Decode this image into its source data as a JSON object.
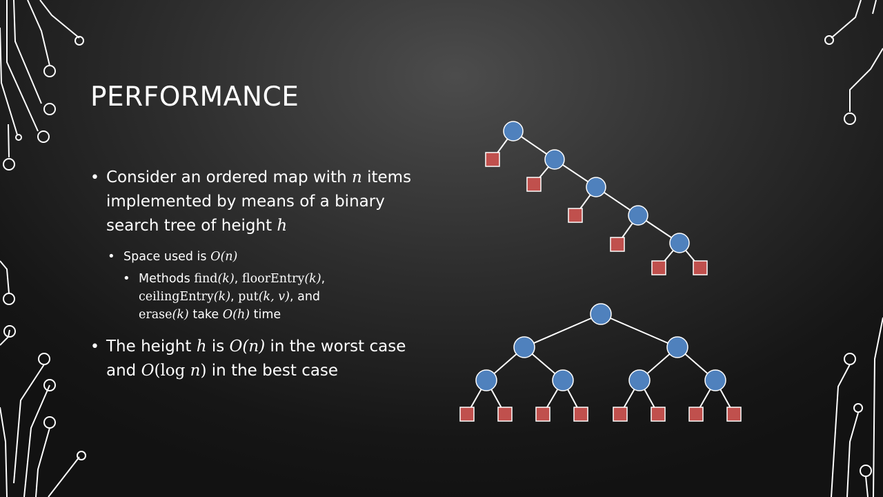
{
  "slide": {
    "title": "PERFORMANCE",
    "bullet1": {
      "t1": "Consider an ordered map with ",
      "n": "n",
      "t2": " items implemented by means of a binary search tree of height ",
      "h": "h"
    },
    "sub1": {
      "t1": "Space used is ",
      "expr": "O(n)"
    },
    "sub2": {
      "t1": "Methods ",
      "find": "find",
      "find_arg": "(k)",
      "comma1": ", ",
      "floor": "floorEntry",
      "floor_arg": "(k)",
      "comma2": ", ",
      "ceiling": "ceilingEntry",
      "ceiling_arg": "(k)",
      "comma3": ", ",
      "put": "put",
      "put_arg": "(k, v)",
      "and": ", and ",
      "erase": "erase",
      "erase_arg": "(k)",
      "take": " take ",
      "oh": "O(h)",
      "time": " time"
    },
    "bullet2": {
      "t1": "The height ",
      "h": "h",
      "t2": " is ",
      "on": "O(n)",
      "t3": " in the worst case and ",
      "o": "O",
      "lp": "(",
      "log": "log",
      "n": " n",
      "rp": ")",
      "t4": " in the best case"
    }
  },
  "colors": {
    "node_fill": "#4f81bd",
    "leaf_fill": "#c0504d",
    "edge": "#ffffff",
    "circuit": "#ffffff"
  }
}
